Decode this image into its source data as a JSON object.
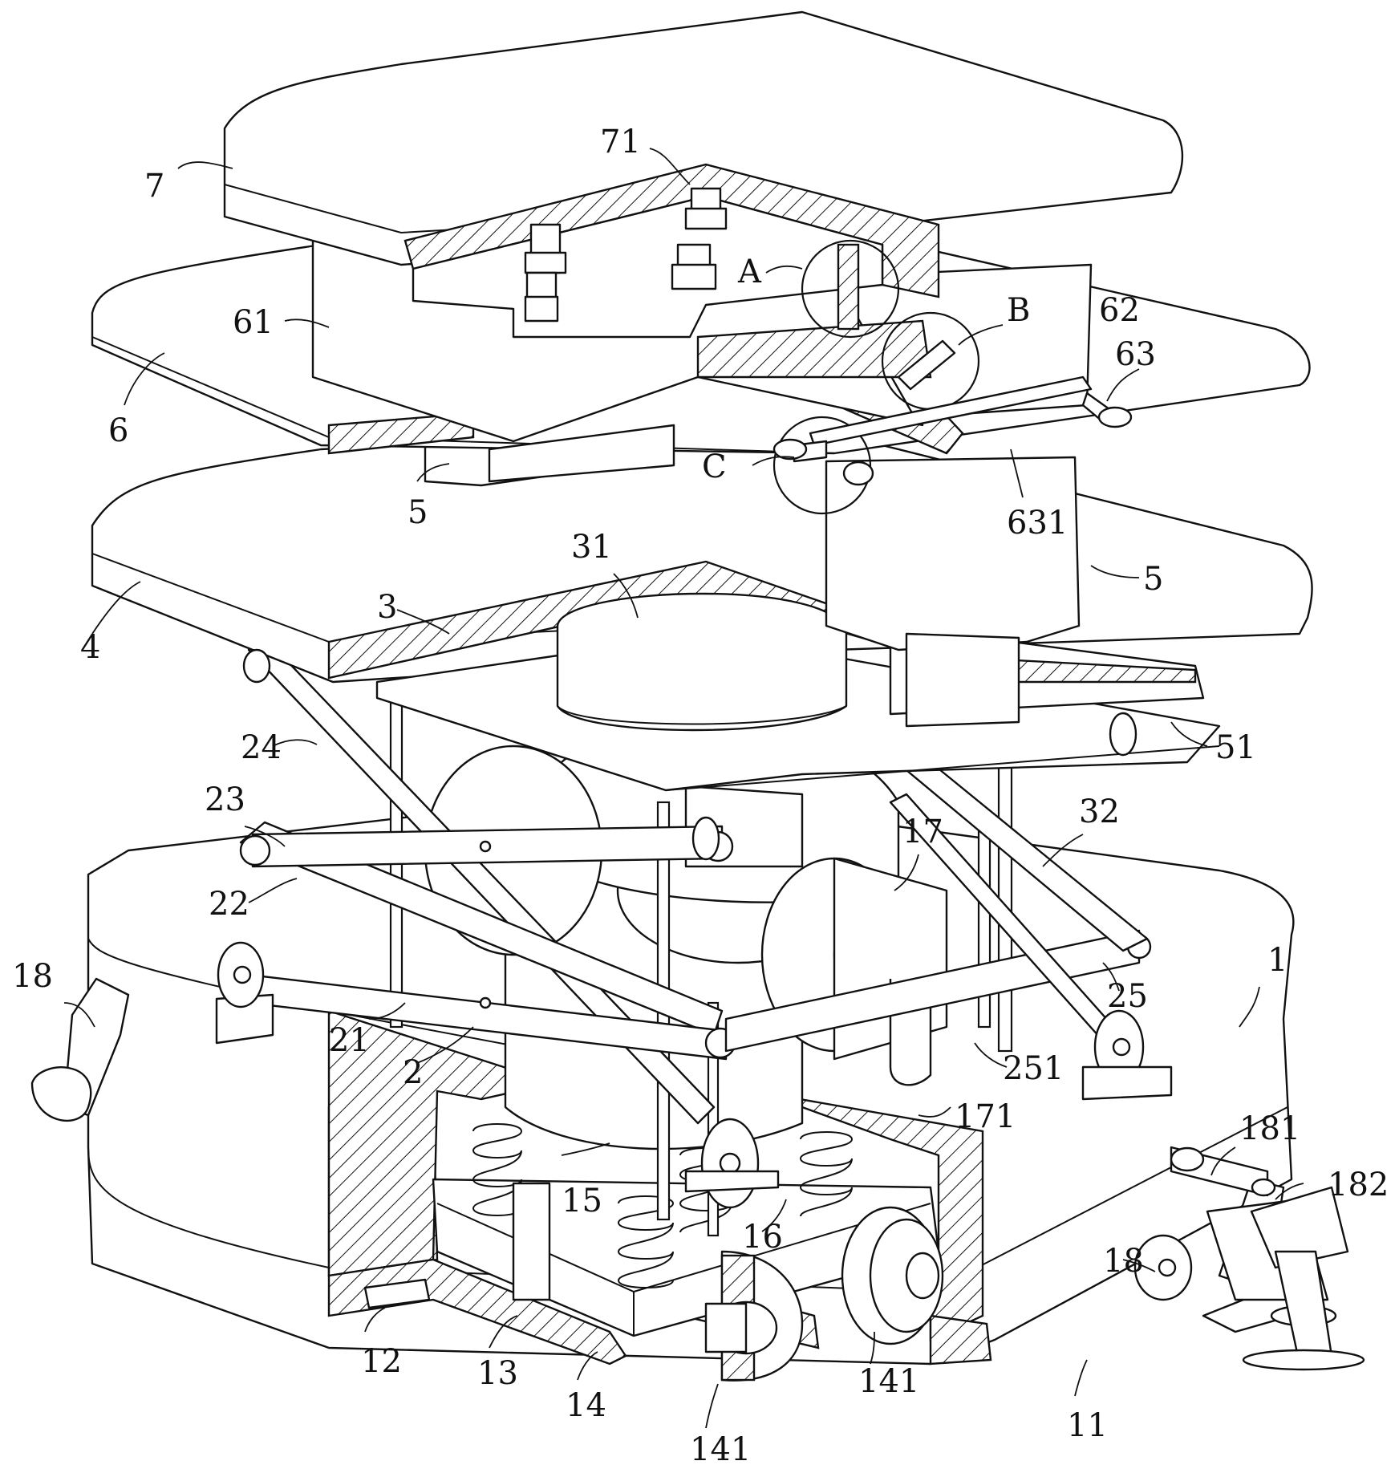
{
  "labels": {
    "l7": "7",
    "l71": "71",
    "lA": "A",
    "lB": "B",
    "l62": "62",
    "l63": "63",
    "l61": "61",
    "l6": "6",
    "l5a": "5",
    "lC": "C",
    "l631": "631",
    "l5b": "5",
    "l31": "31",
    "l3": "3",
    "l4": "4",
    "l51": "51",
    "l24": "24",
    "l23": "23",
    "l32": "32",
    "l17": "17",
    "l22": "22",
    "l1": "1",
    "l18a": "18",
    "l25": "25",
    "l21": "21",
    "l2": "2",
    "l251": "251",
    "l171": "171",
    "l181": "181",
    "l182": "182",
    "l15": "15",
    "l16": "16",
    "l18b": "18",
    "l12": "12",
    "l13": "13",
    "l14": "14",
    "l141a": "141",
    "l141b": "141",
    "l11": "11"
  }
}
